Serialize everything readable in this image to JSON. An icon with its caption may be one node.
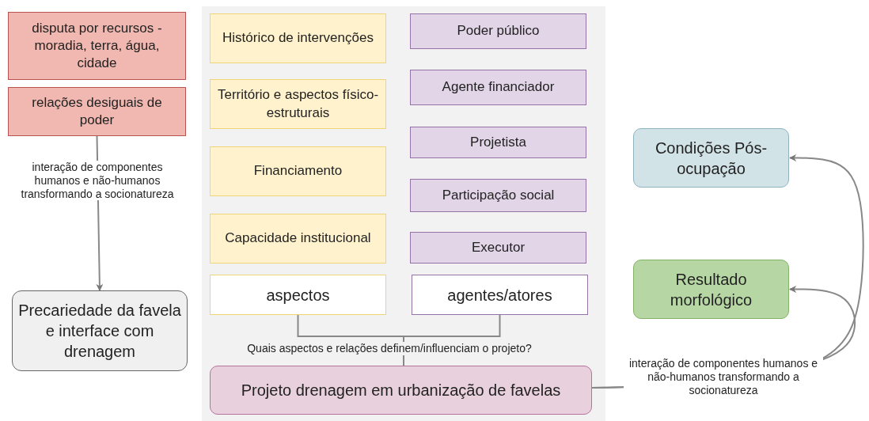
{
  "diagram": {
    "nodes": [
      {
        "text": [
          "disputa por recursos - moradia, terra, água, cidade"
        ]
      },
      {
        "text": [
          "relações desiguais de poder"
        ]
      },
      {
        "text": [
          "Precariedade da favela e interface com drenagem"
        ]
      },
      {
        "text": [
          "Histórico de intervenções"
        ]
      },
      {
        "text": [
          "Território e aspectos físico-estruturais"
        ]
      },
      {
        "text": [
          "Financiamento"
        ]
      },
      {
        "text": [
          "Capacidade institucional"
        ]
      },
      {
        "text": [
          "aspectos"
        ]
      },
      {
        "text": [
          "Poder público"
        ]
      },
      {
        "text": [
          "Agente financiador"
        ]
      },
      {
        "text": [
          "Projetista"
        ]
      },
      {
        "text": [
          "Participação social"
        ]
      },
      {
        "text": [
          "Executor"
        ]
      },
      {
        "text": [
          "agentes/atores"
        ]
      },
      {
        "text": [
          "Projeto drenagem em urbanização de favelas"
        ]
      },
      {
        "text": [
          "Condições Pós-ocupação"
        ]
      },
      {
        "text": [
          "Resultado morfológico"
        ]
      }
    ],
    "edges": [
      {
        "from": 1,
        "to": 2,
        "arrow": "to",
        "label": "interação de componentes humanos e não-humanos transformando a socionatureza"
      },
      {
        "from": 7,
        "to": 14,
        "arrow": "none",
        "label": "Quais aspectos e relações definem/influenciam o projeto?"
      },
      {
        "from": 13,
        "to": 14,
        "arrow": "none"
      },
      {
        "from": 14,
        "to": 15,
        "arrow": "to",
        "label": "interação de componentes humanos e não-humanos transformando a socionatureza"
      },
      {
        "from": 14,
        "to": 16,
        "arrow": "to"
      }
    ]
  }
}
